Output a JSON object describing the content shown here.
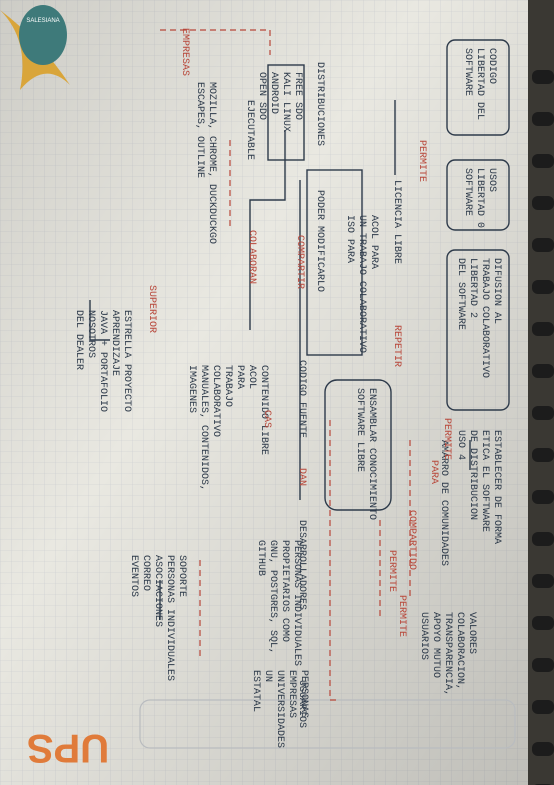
{
  "logo_text": "UPS",
  "corner_badge": "SALESIANA",
  "colors": {
    "paper": "#e9e8e1",
    "grid": "#c9ccd0",
    "ink": "#2d3a4a",
    "red_ink": "#b8473a",
    "logo_orange": "#e07b3a",
    "rings": "#1c1c1c"
  },
  "concepts": {
    "top_box_1": [
      "CODIGO",
      "LIBERTAD DEL",
      "SOFTWARE"
    ],
    "top_box_2": [
      "USOS",
      "LIBERTAD 0",
      "SOFTWARE"
    ],
    "top_box_3": [
      "DIFUSION AL",
      "TRABAJO COLABORATIVO",
      "LIBERTAD 2",
      "DEL SOFTWARE"
    ],
    "distribuciones": "DISTRIBUCIONES",
    "distro_box": [
      "FREE SDO",
      "KALI LINUX",
      "ANDROID",
      "OPEN SDO"
    ],
    "ejecutable": "EJECUTABLE",
    "browsers": [
      "MOZILLA, CHROME, DUCKDUCKGO",
      "ESCAPES, OUTLINE"
    ],
    "licencia": "LICENCIA LIBRE",
    "acol": [
      "ACOL PARA",
      "UN TRABAJO COLABORATIVO",
      "ISO PARA"
    ],
    "poder": "PODER MODIFICARLO",
    "codigo_fuente": "CODIGO FUENTE",
    "contenido": [
      "CONTENIDO LIBRE",
      "ACOL",
      "PARA",
      "TRABAJO",
      "COLABORATIVO",
      "MANUALES, CONTENIDOS,",
      "IMAGENES"
    ],
    "ensamblar": [
      "ENSAMBLAR CONOCIMIENTO",
      "SOFTWARE LIBRE"
    ],
    "desarrolladores": "DESARROLLADORES",
    "personas": [
      "PERSONAS INDIVIDUALES",
      "PROPIETARIOS COMO",
      "GNU, POSTGRES, SQL,",
      "GITHUB"
    ],
    "personas_entidades": [
      "PERSONAS",
      "EMPRESAS",
      "UNIVERSIDADES",
      "UN",
      "ESTATAL"
    ],
    "usuarios": "USUARIOS",
    "establecer": [
      "ESTABLECER DE FORMA",
      "ETICA EL SOFTWARE",
      "DE DISTRIBUCION",
      "USO 4"
    ],
    "comunidades": "AMARRO DE COMUNIDADES",
    "valores": [
      "VALORES",
      "COLABORACION,",
      "TRANSPARENCIA,",
      "APOYO MUTUO",
      "USUARIOS"
    ],
    "estrella": [
      "ESTRELLA PROYECTO",
      "APRENDIZAJE",
      "JAVA + PORTAFOLIO",
      "NOSOTROS",
      "DEL DEALER"
    ],
    "soporte": [
      "SOPORTE",
      "PERSONAS INDIVIDUALES",
      "ASOCIACIONES",
      "CORREO",
      "EVENTOS"
    ]
  },
  "red_labels": [
    "PERMITE",
    "COMPARTIR",
    "REPETIR",
    "PERMITE",
    "COMPARTIDO",
    "PERMITE",
    "PERMITE",
    "PARA",
    "COLABORAN",
    "EMPRESAS",
    "SUPERIOR",
    "CAS",
    "DAN"
  ]
}
